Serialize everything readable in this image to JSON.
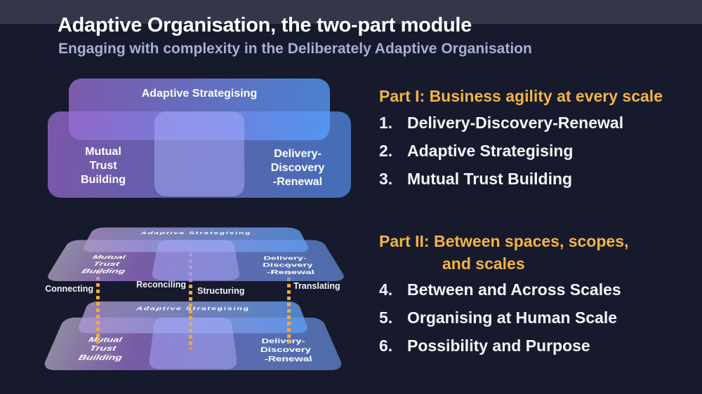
{
  "slide": {
    "title": "Adaptive Organisation, the two-part module",
    "subtitle": "Engaging with complexity in the Deliberately Adaptive Organisation"
  },
  "diagram": {
    "top_label": "Adaptive Strategising",
    "left_label": "Mutual\nTrust\nBuilding",
    "right_label": "Delivery-\nDiscovery\n-Renewal",
    "connectors": [
      {
        "label": "Connecting"
      },
      {
        "label": "Reconciling"
      },
      {
        "label": "Structuring"
      },
      {
        "label": "Translating"
      }
    ]
  },
  "part1": {
    "heading": "Part I: Business agility at every scale",
    "items": [
      {
        "num": "1.",
        "label": "Delivery-Discovery-Renewal"
      },
      {
        "num": "2.",
        "label": "Adaptive Strategising"
      },
      {
        "num": "3.",
        "label": "Mutual Trust Building"
      }
    ]
  },
  "part2": {
    "heading_line1": "Part II: Between spaces, scopes,",
    "heading_line2": "and scales",
    "items": [
      {
        "num": "4.",
        "label": "Between and Across Scales"
      },
      {
        "num": "5.",
        "label": "Organising at Human Scale"
      },
      {
        "num": "6.",
        "label": "Possibility and Purpose"
      }
    ]
  },
  "colors": {
    "background": "#171A2D",
    "header_band": "#35364A",
    "accent_gold": "#F2B443",
    "connector_gold": "#F2A93C",
    "purple": "#9B6BD1",
    "blue": "#5590E6",
    "subtitle_text": "#A6B0D4"
  }
}
